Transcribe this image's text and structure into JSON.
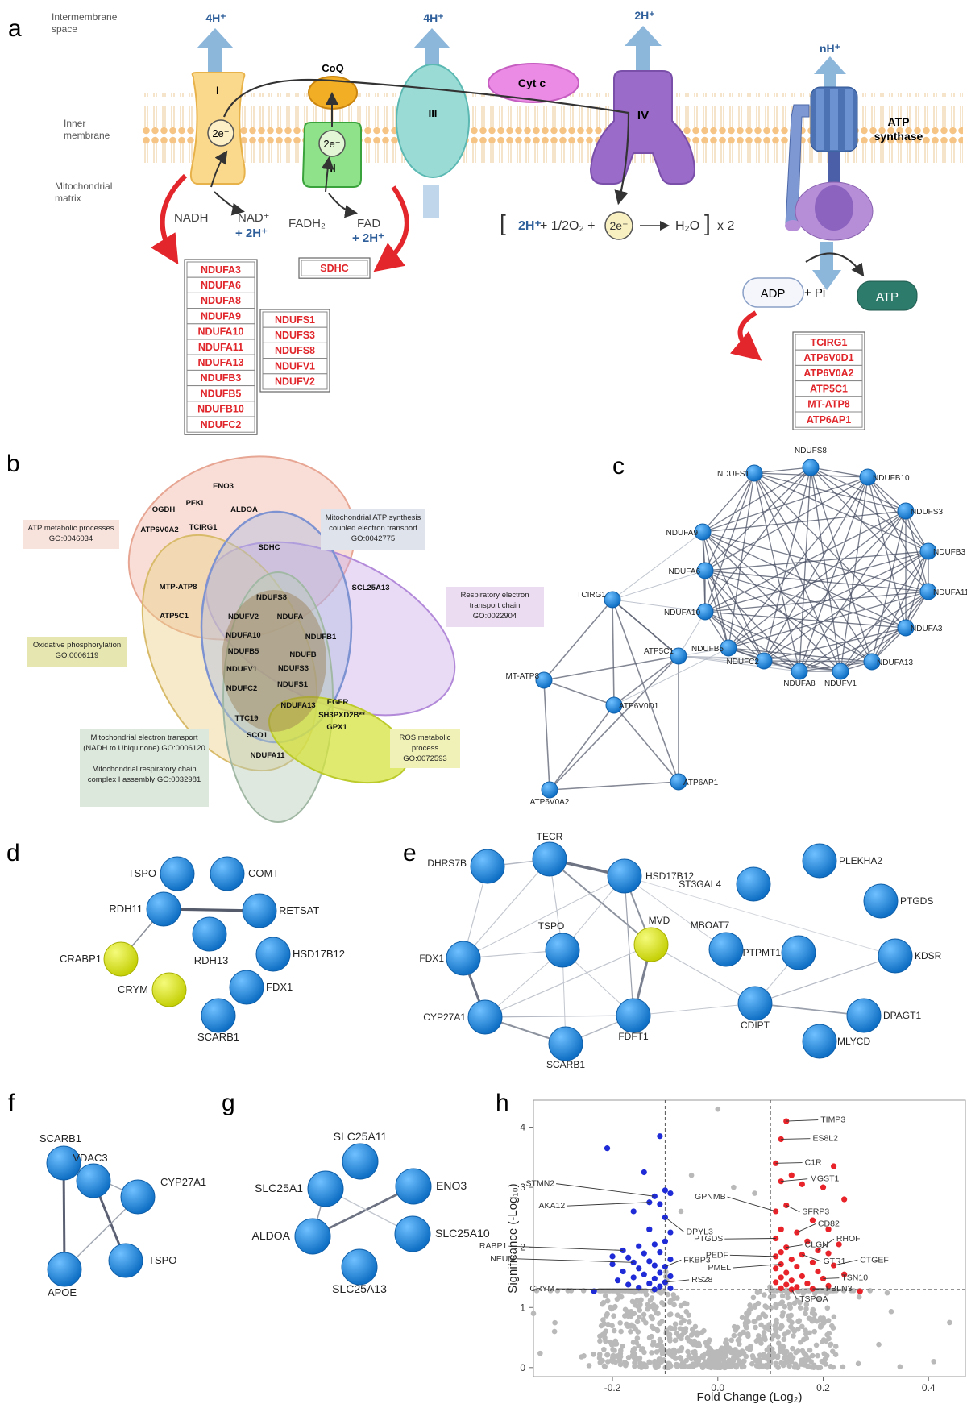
{
  "panels": {
    "a": "a",
    "b": "b",
    "c": "c",
    "d": "d",
    "e": "e",
    "f": "f",
    "g": "g",
    "h": "h"
  },
  "panel_a": {
    "intermembrane": [
      "Intermembrane",
      "space"
    ],
    "inner": [
      "Inner",
      "membrane"
    ],
    "matrix": [
      "Mitochondrial",
      "matrix"
    ],
    "protons_I": "4H⁺",
    "protons_III": "4H⁺",
    "protons_IV": "2H⁺",
    "protons_atp": "nH⁺",
    "complex_I": "I",
    "complex_II": "II",
    "complex_III": "III",
    "complex_IV": "IV",
    "coq": "CoQ",
    "cytc": "Cyt c",
    "two_e": "2e⁻",
    "atp_synthase": [
      "ATP",
      "synthase"
    ],
    "nadh": "NADH",
    "nad": "NAD⁺",
    "plus_2h": "+ 2H⁺",
    "fadh2": "FADH₂",
    "fad": "FAD",
    "reaction": {
      "lhs": "2H⁺",
      "mid": "+ 1/2O₂ +",
      "e": "2e⁻",
      "rhs": "H₂O",
      "times": "x 2"
    },
    "adp": "ADP",
    "pi": "+ Pi",
    "atp": "ATP",
    "complexI_genes_a": [
      "NDUFA3",
      "NDUFA6",
      "NDUFA8",
      "NDUFA9",
      "NDUFA10",
      "NDUFA11",
      "NDUFA13",
      "NDUFB3",
      "NDUFB5",
      "NDUFB10",
      "NDUFC2"
    ],
    "complexI_genes_b": [
      "NDUFS1",
      "NDUFS3",
      "NDUFS8",
      "NDUFV1",
      "NDUFV2"
    ],
    "complexII_genes": [
      "SDHC"
    ],
    "atp_genes": [
      "TCIRG1",
      "ATP6V0D1",
      "ATP6V0A2",
      "ATP5C1",
      "MT-ATP8",
      "ATP6AP1"
    ]
  },
  "panel_b": {
    "boxes": [
      {
        "lines": [
          "ATP metabolic processes",
          "GO:0046034"
        ]
      },
      {
        "lines": [
          "Mitochondrial ATP synthesis",
          "coupled electron transport",
          "GO:0042775"
        ]
      },
      {
        "lines": [
          "Respiratory electron",
          "transport chain",
          "GO:0022904"
        ]
      },
      {
        "lines": [
          "Oxidative phosphorylation",
          "GO:0006119"
        ]
      },
      {
        "lines": [
          "ROS metabolic",
          "process",
          "GO:0072593"
        ]
      },
      {
        "lines": [
          "Mitochondrial electron transport",
          "(NADH to Ubiquinone) GO:0006120",
          "",
          "Mitochondrial respiratory chain",
          "complex I assembly GO:0032981"
        ]
      }
    ],
    "genes": [
      "ENO3",
      "OGDH",
      "PFKL",
      "ALDOA",
      "TCIRG1",
      "ATP6V0A2",
      "SDHC",
      "SCL25A13",
      "MTP-ATP8",
      "ATP5C1",
      "NDUFS8",
      "NDUFV2",
      "NDUFA",
      "NDUFA10",
      "NDUFB1",
      "NDUFB5",
      "NDUFB",
      "NDUFV1",
      "NDUFC2",
      "NDUFS3",
      "NDUFS1",
      "NDUFA13",
      "EGFR",
      "SH3PXD2B**",
      "GPX1",
      "TTC19",
      "SCO1",
      "NDUFA11"
    ]
  },
  "panel_c": {
    "ring_nodes": [
      "NDUFS8",
      "NDUFB10",
      "NDUFS3",
      "NDUFB3",
      "NDUFA11",
      "NDUFA3",
      "NDUFA13",
      "NDUFV1",
      "NDUFA8",
      "NDUFC2",
      "NDUFB5",
      "NDUFA10",
      "NDUFA6",
      "NDUFA9",
      "NDUFS1"
    ],
    "other_nodes": [
      "TCIRG1",
      "ATP5C1",
      "MT-ATP8",
      "ATP6V0D1",
      "ATP6AP1",
      "ATP6V0A2"
    ]
  },
  "panel_d": {
    "nodes": [
      "TSPO",
      "COMT",
      "RDH11",
      "RETSAT",
      "CRABP1",
      "RDH13",
      "HSD17B12",
      "CRYM",
      "FDX1",
      "SCARB1"
    ]
  },
  "panel_e": {
    "nodes": [
      "TECR",
      "DHRS7B",
      "HSD17B12",
      "ST3GAL4",
      "PLEKHA2",
      "PTGDS",
      "TSPO",
      "MVD",
      "MBOAT7",
      "FDX1",
      "PTPMT1",
      "KDSR",
      "CYP27A1",
      "FDFT1",
      "CDIPT",
      "DPAGT1",
      "SCARB1",
      "MLYCD"
    ]
  },
  "panel_f": {
    "nodes": [
      "SCARB1",
      "CYP27A1",
      "VDAC3",
      "TSPO",
      "APOE"
    ]
  },
  "panel_g": {
    "nodes": [
      "SLC25A11",
      "SLC25A1",
      "ENO3",
      "ALDOA",
      "SLC25A10",
      "SLC25A13"
    ]
  },
  "colors": {
    "red_gene": "#e0262b",
    "blue_node": "#1f86d8",
    "yellow_node": "#d8e21b",
    "up": "#e8242a",
    "down": "#1f2bd6",
    "ns": "#b9b9b9"
  },
  "chart_data": {
    "type": "scatter",
    "title": "",
    "xlabel": "Fold Change (Log₂)",
    "ylabel": "Significance (-Log₁₀)",
    "xlim": [
      -0.35,
      0.47
    ],
    "ylim": [
      -0.15,
      4.45
    ],
    "xticks": [
      -0.2,
      0.0,
      0.2,
      0.4
    ],
    "xtick_labels": [
      "-0.2",
      "0.0",
      "0.2",
      "0.4"
    ],
    "yticks": [
      0,
      1,
      2,
      3,
      4
    ],
    "threshold_x": [
      -0.1,
      0.1
    ],
    "threshold_y": 1.3,
    "series": [
      {
        "points": [
          [
            -0.21,
            3.65
          ],
          [
            -0.11,
            3.85
          ],
          [
            -0.14,
            3.25
          ],
          [
            -0.1,
            2.95
          ],
          [
            -0.09,
            2.9
          ],
          [
            -0.12,
            2.85
          ],
          [
            -0.13,
            2.75
          ],
          [
            -0.11,
            2.72
          ],
          [
            -0.16,
            2.6
          ],
          [
            -0.1,
            2.5
          ],
          [
            -0.13,
            2.3
          ],
          [
            -0.09,
            2.25
          ],
          [
            -0.1,
            2.1
          ],
          [
            -0.12,
            2.05
          ],
          [
            -0.15,
            2.02
          ],
          [
            -0.18,
            1.95
          ],
          [
            -0.11,
            1.92
          ],
          [
            -0.14,
            1.9
          ],
          [
            -0.2,
            1.85
          ],
          [
            -0.17,
            1.83
          ],
          [
            -0.09,
            1.8
          ],
          [
            -0.13,
            1.77
          ],
          [
            -0.16,
            1.75
          ],
          [
            -0.12,
            1.7
          ],
          [
            -0.2,
            1.72
          ],
          [
            -0.1,
            1.68
          ],
          [
            -0.15,
            1.65
          ],
          [
            -0.18,
            1.6
          ],
          [
            -0.11,
            1.58
          ],
          [
            -0.14,
            1.55
          ],
          [
            -0.09,
            1.52
          ],
          [
            -0.16,
            1.5
          ],
          [
            -0.12,
            1.48
          ],
          [
            -0.19,
            1.45
          ],
          [
            -0.1,
            1.42
          ],
          [
            -0.13,
            1.4
          ],
          [
            -0.17,
            1.38
          ],
          [
            -0.11,
            1.35
          ],
          [
            -0.15,
            1.33
          ],
          [
            -0.09,
            1.32
          ],
          [
            -0.235,
            1.27
          ],
          [
            -0.12,
            1.3
          ]
        ]
      },
      {
        "points": [
          [
            0.13,
            4.1
          ],
          [
            0.12,
            3.8
          ],
          [
            0.11,
            3.4
          ],
          [
            0.22,
            3.35
          ],
          [
            0.14,
            3.2
          ],
          [
            0.12,
            3.1
          ],
          [
            0.16,
            3.05
          ],
          [
            0.2,
            3.0
          ],
          [
            0.24,
            2.8
          ],
          [
            0.13,
            2.7
          ],
          [
            0.11,
            2.6
          ],
          [
            0.18,
            2.45
          ],
          [
            0.21,
            2.3
          ],
          [
            0.12,
            2.3
          ],
          [
            0.15,
            2.25
          ],
          [
            0.11,
            2.15
          ],
          [
            0.17,
            2.1
          ],
          [
            0.23,
            2.05
          ],
          [
            0.13,
            2.0
          ],
          [
            0.19,
            1.95
          ],
          [
            0.12,
            1.92
          ],
          [
            0.21,
            1.9
          ],
          [
            0.16,
            1.88
          ],
          [
            0.11,
            1.85
          ],
          [
            0.14,
            1.8
          ],
          [
            0.18,
            1.75
          ],
          [
            0.12,
            1.72
          ],
          [
            0.22,
            1.7
          ],
          [
            0.15,
            1.68
          ],
          [
            0.11,
            1.65
          ],
          [
            0.19,
            1.6
          ],
          [
            0.13,
            1.58
          ],
          [
            0.24,
            1.55
          ],
          [
            0.16,
            1.52
          ],
          [
            0.12,
            1.5
          ],
          [
            0.2,
            1.48
          ],
          [
            0.14,
            1.45
          ],
          [
            0.11,
            1.42
          ],
          [
            0.17,
            1.4
          ],
          [
            0.13,
            1.38
          ],
          [
            0.21,
            1.36
          ],
          [
            0.15,
            1.34
          ],
          [
            0.12,
            1.32
          ],
          [
            0.18,
            1.31
          ],
          [
            0.27,
            1.27
          ],
          [
            0.14,
            1.3
          ]
        ]
      }
    ],
    "labels": [
      {
        "text": "TIMP3",
        "x": 0.13,
        "y": 4.1,
        "tx": 0.195,
        "ty": 4.08
      },
      {
        "text": "ES8L2",
        "x": 0.12,
        "y": 3.8,
        "tx": 0.18,
        "ty": 3.77
      },
      {
        "text": "C1R",
        "x": 0.11,
        "y": 3.4,
        "tx": 0.165,
        "ty": 3.37
      },
      {
        "text": "MGST1",
        "x": 0.12,
        "y": 3.1,
        "tx": 0.175,
        "ty": 3.1
      },
      {
        "text": "GPNMB",
        "x": 0.11,
        "y": 2.6,
        "tx": 0.015,
        "ty": 2.8
      },
      {
        "text": "SFRP3",
        "x": 0.13,
        "y": 2.7,
        "tx": 0.16,
        "ty": 2.55
      },
      {
        "text": "CD82",
        "x": 0.15,
        "y": 2.25,
        "tx": 0.19,
        "ty": 2.35
      },
      {
        "text": "PTGDS",
        "x": 0.11,
        "y": 2.15,
        "tx": 0.01,
        "ty": 2.1
      },
      {
        "text": "RHOF",
        "x": 0.19,
        "y": 1.95,
        "tx": 0.225,
        "ty": 2.1
      },
      {
        "text": "CLGN",
        "x": 0.13,
        "y": 2.0,
        "tx": 0.165,
        "ty": 2.0
      },
      {
        "text": "PEDF",
        "x": 0.11,
        "y": 1.85,
        "tx": 0.02,
        "ty": 1.83
      },
      {
        "text": "GTR1",
        "x": 0.16,
        "y": 1.88,
        "tx": 0.2,
        "ty": 1.73
      },
      {
        "text": "CTGEF",
        "x": 0.22,
        "y": 1.7,
        "tx": 0.27,
        "ty": 1.75
      },
      {
        "text": "PMEL",
        "x": 0.12,
        "y": 1.72,
        "tx": 0.025,
        "ty": 1.62
      },
      {
        "text": "TSN10",
        "x": 0.2,
        "y": 1.48,
        "tx": 0.235,
        "ty": 1.45
      },
      {
        "text": "FBLN3",
        "x": 0.18,
        "y": 1.31,
        "tx": 0.205,
        "ty": 1.27
      },
      {
        "text": "TSPOA",
        "x": 0.14,
        "y": 1.3,
        "tx": 0.155,
        "ty": 1.1
      },
      {
        "text": "STMN2",
        "x": -0.12,
        "y": 2.85,
        "tx": -0.31,
        "ty": 3.02
      },
      {
        "text": "AKA12",
        "x": -0.13,
        "y": 2.75,
        "tx": -0.29,
        "ty": 2.65
      },
      {
        "text": "DPYL3",
        "x": -0.1,
        "y": 2.5,
        "tx": -0.06,
        "ty": 2.22
      },
      {
        "text": "RABP1",
        "x": -0.18,
        "y": 1.95,
        "tx": -0.4,
        "ty": 1.98
      },
      {
        "text": "NEUM",
        "x": -0.16,
        "y": 1.75,
        "tx": -0.385,
        "ty": 1.77
      },
      {
        "text": "FKBP3",
        "x": -0.1,
        "y": 1.68,
        "tx": -0.065,
        "ty": 1.75
      },
      {
        "text": "RS28",
        "x": -0.1,
        "y": 1.42,
        "tx": -0.05,
        "ty": 1.42
      },
      {
        "text": "CRYM",
        "x": -0.12,
        "y": 1.3,
        "tx": -0.31,
        "ty": 1.27
      }
    ]
  }
}
